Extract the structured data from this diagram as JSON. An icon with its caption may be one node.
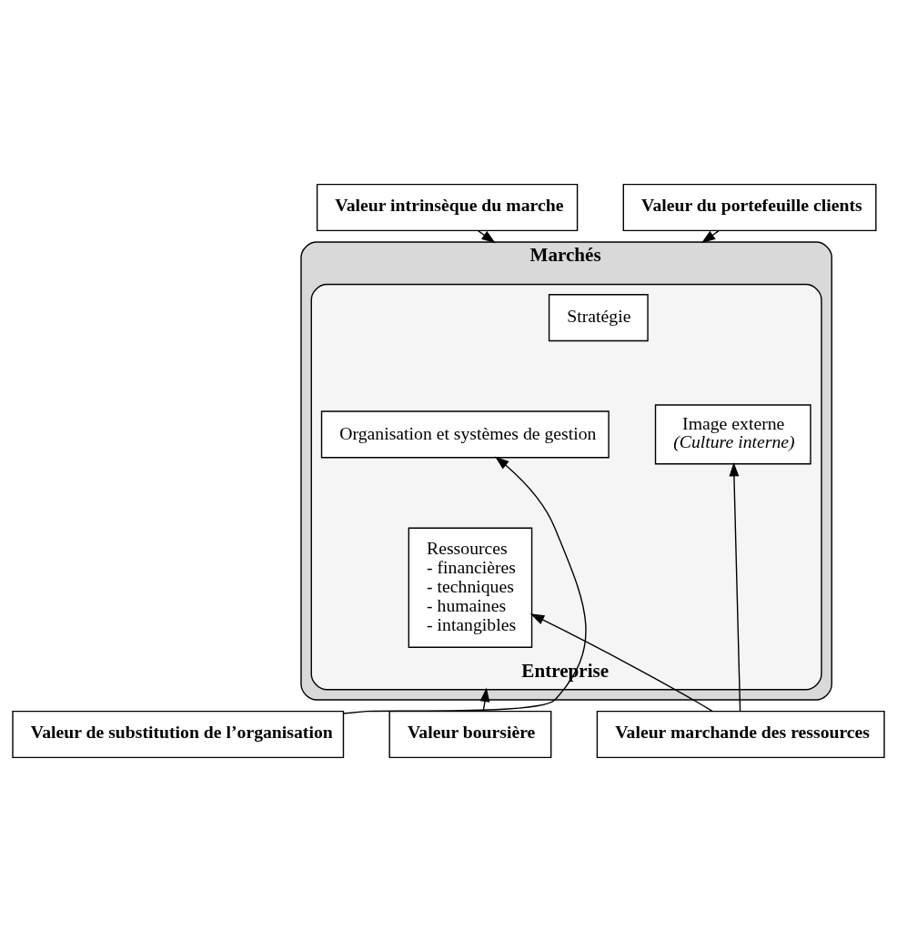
{
  "diagram": {
    "nodes": [
      {
        "text": [
          "Valeur intrinsèque du marche"
        ]
      },
      {
        "text": [
          "Valeur du portefeuille clients"
        ]
      },
      {
        "text": [
          "Marchés"
        ]
      },
      {
        "text": [
          "Entreprise"
        ],
        "in": 2
      },
      {
        "text": [
          "Stratégie"
        ],
        "in": 3
      },
      {
        "text": [
          "Organisation et systèmes de gestion"
        ],
        "in": 3
      },
      {
        "text": [
          "Image externe",
          "(Culture interne)"
        ],
        "in": 3
      },
      {
        "text": [
          "Ressources",
          "- financières",
          "- techniques",
          "- humaines",
          "- intangibles"
        ],
        "in": 3
      },
      {
        "text": [
          "Valeur de substitution de l’organisation"
        ]
      },
      {
        "text": [
          "Valeur boursière"
        ]
      },
      {
        "text": [
          "Valeur marchande des ressources"
        ]
      }
    ],
    "edges": [
      {
        "from": 0,
        "to": 2,
        "arrow": "to"
      },
      {
        "from": 1,
        "to": 2,
        "arrow": "to"
      },
      {
        "from": 8,
        "to": 5,
        "arrow": "to"
      },
      {
        "from": 9,
        "to": 3,
        "arrow": "to"
      },
      {
        "from": 10,
        "to": 7,
        "arrow": "to"
      },
      {
        "from": 10,
        "to": 6,
        "arrow": "to"
      }
    ]
  }
}
